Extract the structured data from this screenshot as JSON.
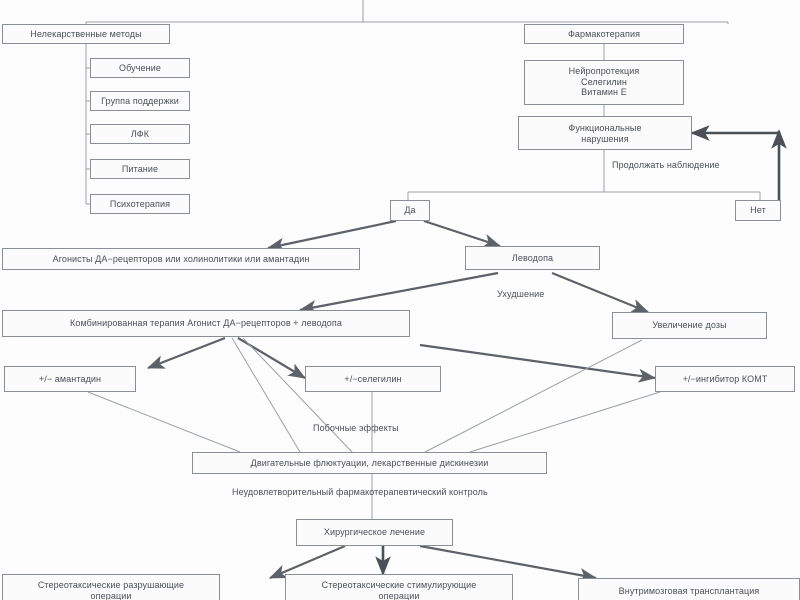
{
  "diagram": {
    "title_text": "",
    "language": "ru",
    "colors": {
      "background": "#fdfdfd",
      "box_fill": "#fbfbfb",
      "box_border": "#8a8f96",
      "text": "#4a4f57",
      "thin_connector": "#9aa0a7",
      "thick_connector": "#5d6168"
    },
    "nodes": {
      "nonpharm": "Нелекарственные методы",
      "education": "Обучение",
      "support_group": "Группа поддержки",
      "lfk": "ЛФК",
      "nutrition": "Питание",
      "psychotherapy": "Психотерапия",
      "pharmacotherapy": "Фармакотерапия",
      "neuroprotection_line1": "Нейропротекция",
      "neuroprotection_line2": "Селегилин",
      "neuroprotection_line3": "Витамин Е",
      "functional_line1": "Функциональные",
      "functional_line2": "нарушения",
      "yes": "Да",
      "no": "Нет",
      "agonists": "Агонисты ДА−рецепторов или холинолитики или амантадин",
      "levodopa": "Леводопа",
      "combination": "Комбинированная терапия Агонист ДА−рецепторов + леводопа",
      "dose_increase": "Увеличение дозы",
      "amantadine": "+/− амантадин",
      "selegiline": "+/−селегилин",
      "comt": "+/−ингибитор КОМТ",
      "fluctuations": "Двигательные флюктуации, лекарственные дискинезии",
      "surgery": "Хирургическое лечение",
      "stereo_destructive_line1": "Стереотаксические разрушающие",
      "stereo_destructive_line2": "операции",
      "stereo_stimulating_line1": "Стереотаксические стимулирующие",
      "stereo_stimulating_line2": "операции",
      "transplantation": "Внутримозговая трансплантация"
    },
    "edge_labels": {
      "continue_observation": "Продолжать наблюдение",
      "worsening": "Ухудшение",
      "side_effects": "Побочные эффекты",
      "unsatisfactory_control": "Неудовлетворительный фармакотерапевтический контроль"
    }
  }
}
